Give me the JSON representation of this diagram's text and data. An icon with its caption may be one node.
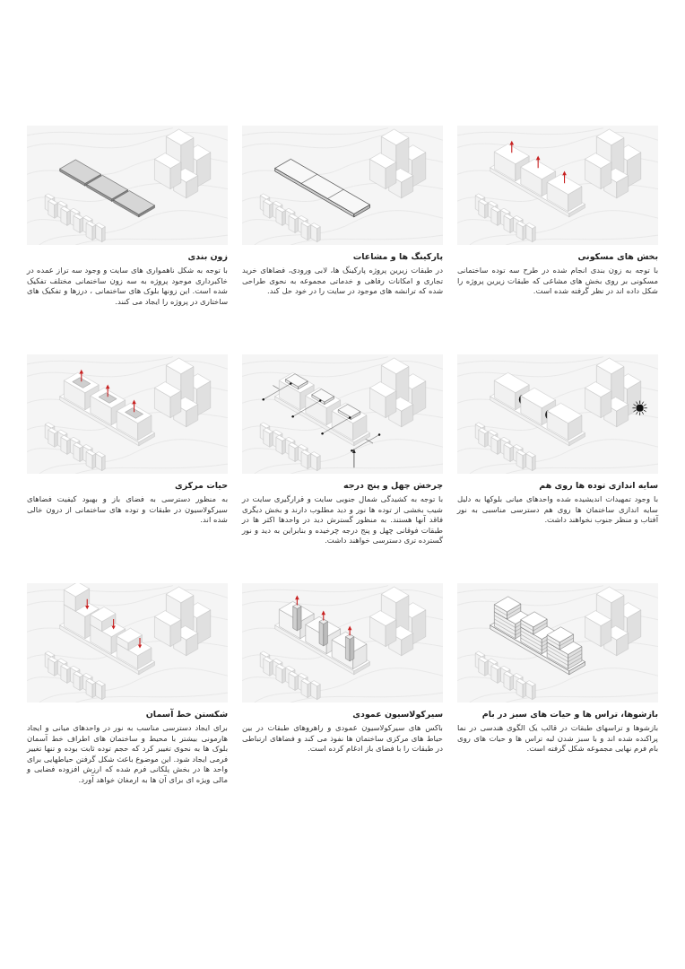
{
  "diagram": {
    "labels": [
      "بخش های مسکونی",
      "با توجه به زون بندی انجام شده در طرح سه توده ساختمانی مسکونی بر روی بخش های مشاعی که طبقات زیرین پروژه را شکل داده اند در نظر گرفته شده است.",
      "پارکینگ ها و مشاعات",
      "در طبقات زیرین پروژه پارکینگ ها، لابی ورودی، فضاهای خرید تجاری و امکانات رفاهی و خدماتی مجموعه به نحوی طراحی شده که ترانشه های موجود در سایت را در خود حل کند.",
      "زون بندی",
      "با توجه به شکل ناهمواری های سایت و وجود سه تراز عمده در خاکبرداری موجود پروژه به سه زون ساختمانی مختلف تفکیک شده است. این زونها بلوک های ساختمانی ، درزها و تفکیک های ساختاری در پروژه را ایجاد می کنند.",
      "سایه اندازی توده ها روی هم",
      "با وجود تمهیدات اندیشیده شده واحدهای میانی بلوکها به دلیل سایه اندازی ساختمان ها روی هم دسترسی مناسبی به نور آفتاب و منظر جنوب نخواهند داشت.",
      "چرخش چهل و پنج درجه",
      "با توجه به کشیدگی شمال جنوبی سایت و قرارگیری سایت در شیب بخشی از توده ها نور و دید مطلوب دارند و بخش دیگری فاقد آنها هستند. به منظور گسترش دید در واحدها اکثر ها در طبقات فوقانی چهل و پنج درجه چرخیده و بنابراین به دید و نور گسترده تری دسترسی خواهند داشت.",
      "حیات مرکزی",
      "به منظور دسترسی به فضای باز و بهبود کیفیت فضاهای سیرکولاسیون در طبقات و توده های ساختمانی از درون خالی شده اند.",
      "بازشوها، تراس ها و حیات های سبز در بام",
      "بازشوها و تراسهای طبقات در قالب یک الگوی هندسی در نما پراکنده شده اند و با سبز شدن لبه تراس ها و حیات های روی بام فرم نهایی مجموعه شکل گرفته است.",
      "سیرکولاسیون عمودی",
      "باکس های سیرکولاسیون عمودی و راهروهای طبقات در بین حیاط های مرکزی ساختمان ها نفوذ می کند و فضاهای ارتباطی در طبقات را با فضای باز ادغام کرده است.",
      "شکستن خط آسمان",
      "برای ایجاد دسترسی مناسب به نور در واحدهای میانی و ایجاد هارمونی بیشتر با محیط و ساختمان های اطراف خط آسمان بلوک ها به نحوی تغییر کرد که حجم توده ثابت بوده و تنها تغییر فرمی ایجاد شود. این موضوع باعث شکل گرفتن حیاطهایی برای واحد ها در بخش پلکانی فرم شده که ارزش افزوده فضایی و مالی ویژه ای برای آن ها به ارمغان خواهد آورد."
    ]
  }
}
